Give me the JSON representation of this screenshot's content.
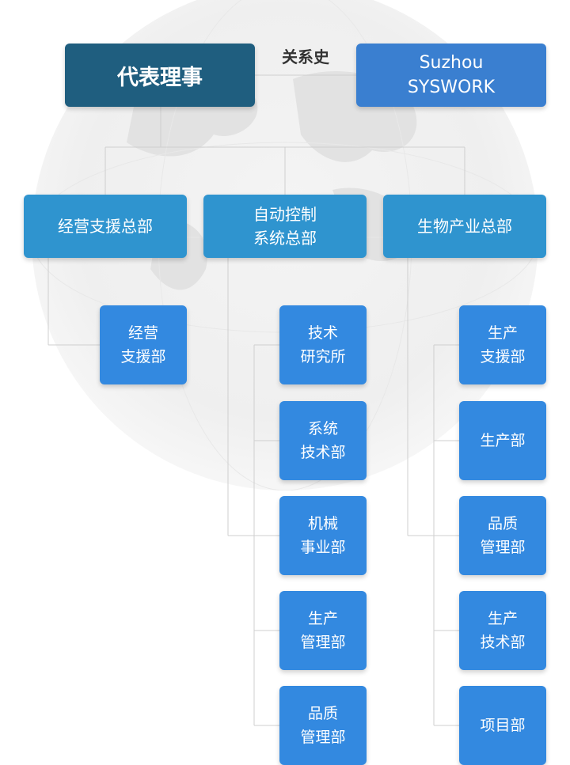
{
  "top": {
    "main": "代表理事",
    "relation": "关系史",
    "partner": "Suzhou\nSYSWORK"
  },
  "divisions": [
    {
      "label": "经营支援总部",
      "departments": [
        "经营\n支援部"
      ]
    },
    {
      "label": "自动控制\n系统总部",
      "departments": [
        "技术\n研究所",
        "系统\n技术部",
        "机械\n事业部",
        "生产\n管理部",
        "品质\n管理部"
      ]
    },
    {
      "label": "生物产业总部",
      "departments": [
        "生产\n支援部",
        "生产部",
        "品质\n管理部",
        "生产\n技术部",
        "项目部"
      ]
    }
  ],
  "colors": {
    "main": "#1f5e7f",
    "partner": "#3a7fd0",
    "division": "#2f94cf",
    "department": "#3389e0",
    "connector": "#cfcfcf"
  }
}
